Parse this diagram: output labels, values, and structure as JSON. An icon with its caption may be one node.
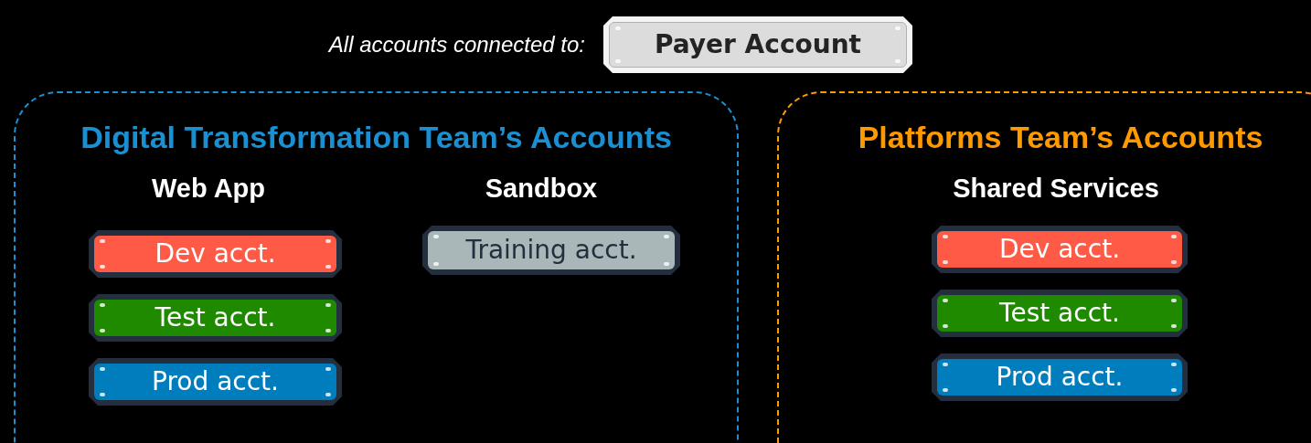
{
  "diagram": {
    "nodes": [
      {
        "text": [
          "Payer Account"
        ],
        "beside": [
          "All accounts connected to:"
        ]
      },
      {
        "text": [
          "Digital Transformation Team’s Accounts"
        ]
      },
      {
        "text": [
          "Dev acct."
        ],
        "in": 1
      },
      {
        "text": [
          "Test acct."
        ],
        "in": 1
      },
      {
        "text": [
          "Prod acct."
        ],
        "in": 1
      },
      {
        "text": [
          "Training acct."
        ],
        "in": 1
      },
      {
        "text": [
          "Platforms Team’s Accounts"
        ]
      },
      {
        "text": [
          "Dev acct."
        ],
        "in": 6
      },
      {
        "text": [
          "Test acct."
        ],
        "in": 6
      },
      {
        "text": [
          "Prod acct."
        ],
        "in": 6
      }
    ],
    "labels": [
      "Web App",
      "Sandbox",
      "Shared Services"
    ]
  }
}
